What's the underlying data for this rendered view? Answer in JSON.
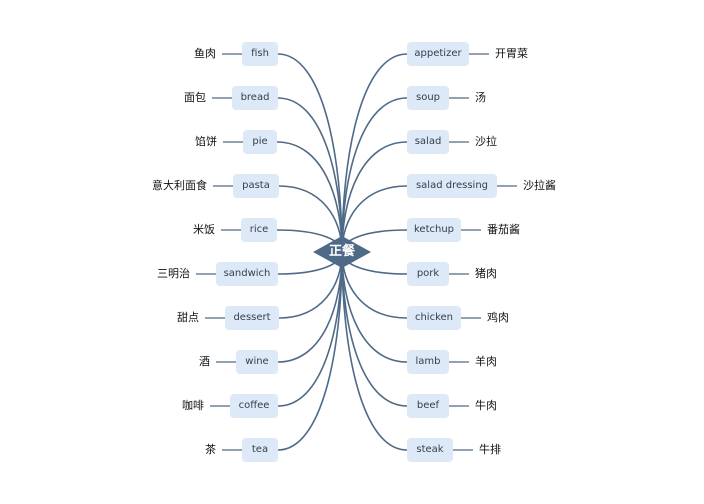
{
  "center": {
    "label": "正餐",
    "color": "#4f6a87"
  },
  "colors": {
    "line": "#4f6a87",
    "node_fill": "#dde9f6",
    "node_text": "#2f3f52"
  },
  "left_branches": [
    {
      "en": "fish",
      "zh": "鱼肉"
    },
    {
      "en": "bread",
      "zh": "面包"
    },
    {
      "en": "pie",
      "zh": "馅饼"
    },
    {
      "en": "pasta",
      "zh": "意大利面食"
    },
    {
      "en": "rice",
      "zh": "米饭"
    },
    {
      "en": "sandwich",
      "zh": "三明治"
    },
    {
      "en": "dessert",
      "zh": "甜点"
    },
    {
      "en": "wine",
      "zh": "酒"
    },
    {
      "en": "coffee",
      "zh": "咖啡"
    },
    {
      "en": "tea",
      "zh": "茶"
    }
  ],
  "right_branches": [
    {
      "en": "appetizer",
      "zh": "开胃菜"
    },
    {
      "en": "soup",
      "zh": "汤"
    },
    {
      "en": "salad",
      "zh": "沙拉"
    },
    {
      "en": "salad dressing",
      "zh": "沙拉酱"
    },
    {
      "en": "ketchup",
      "zh": "番茄酱"
    },
    {
      "en": "pork",
      "zh": "猪肉"
    },
    {
      "en": "chicken",
      "zh": "鸡肉"
    },
    {
      "en": "lamb",
      "zh": "羊肉"
    },
    {
      "en": "beef",
      "zh": "牛肉"
    },
    {
      "en": "steak",
      "zh": "牛排"
    }
  ]
}
